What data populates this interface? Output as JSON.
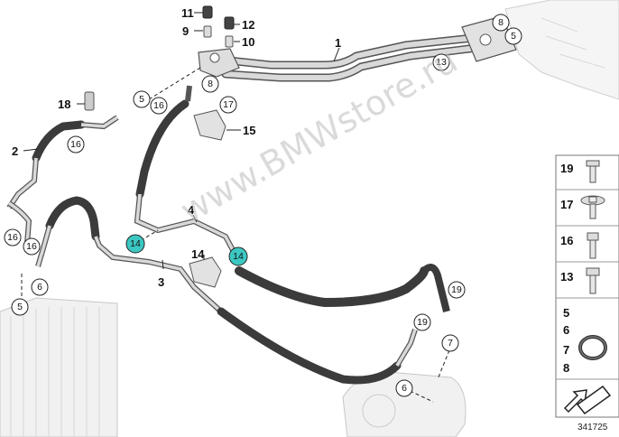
{
  "watermark": "www.BMWstore.ru",
  "diagram_id": "341725",
  "callouts": {
    "p1": "1",
    "p2": "2",
    "p3": "3",
    "p4": "4",
    "p5": "5",
    "p6": "6",
    "p7": "7",
    "p8": "8",
    "p9": "9",
    "p10": "10",
    "p11": "11",
    "p12": "12",
    "p13": "13",
    "p14": "14",
    "p15": "15",
    "p16": "16",
    "p17": "17",
    "p18": "18",
    "p19": "19"
  },
  "legend": {
    "items": [
      "19",
      "17",
      "16",
      "13"
    ],
    "group": [
      "5",
      "6",
      "7",
      "8"
    ]
  },
  "colors": {
    "highlight_circle": "#3cc7c2",
    "pipe_fill": "#d9d9d9",
    "pipe_stroke": "#555555",
    "hose": "#3b3b3b",
    "component": "#e8e8e8"
  }
}
